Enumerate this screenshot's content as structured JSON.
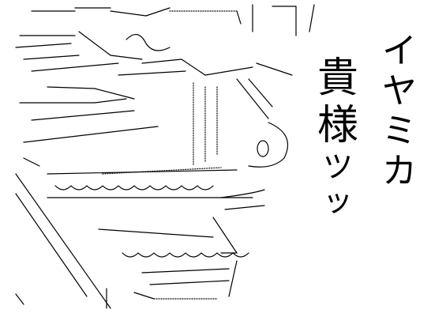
{
  "art": {
    "description_free": true,
    "text_columns": {
      "right": [
        "イ",
        "ヤ",
        "ミ",
        "カ"
      ],
      "left": [
        "貴",
        "様",
        "ツ",
        "ッ"
      ]
    }
  },
  "colors": {
    "background": "#ffffff",
    "ink": "#000000"
  }
}
